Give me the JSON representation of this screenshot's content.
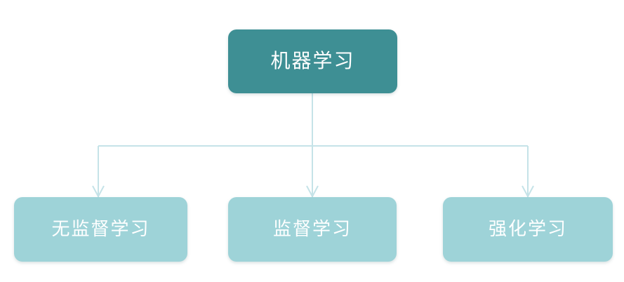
{
  "diagram": {
    "type": "tree",
    "title": "机器学习",
    "orientation": "top-down",
    "colors": {
      "root_fill": "#3e8f94",
      "child_fill": "#9ed3d8",
      "connector": "#c5e3e8",
      "text": "#ffffff",
      "background": "#ffffff"
    },
    "root": {
      "id": "machine-learning",
      "label": "机器学习"
    },
    "children": [
      {
        "id": "unsupervised-learning",
        "label": "无监督学习"
      },
      {
        "id": "supervised-learning",
        "label": "监督学习"
      },
      {
        "id": "reinforcement-learning",
        "label": "强化学习"
      }
    ],
    "edges": [
      {
        "from": "machine-learning",
        "to": "unsupervised-learning",
        "style": "elbow-arrow"
      },
      {
        "from": "machine-learning",
        "to": "supervised-learning",
        "style": "straight-arrow"
      },
      {
        "from": "machine-learning",
        "to": "reinforcement-learning",
        "style": "elbow-arrow"
      }
    ]
  }
}
